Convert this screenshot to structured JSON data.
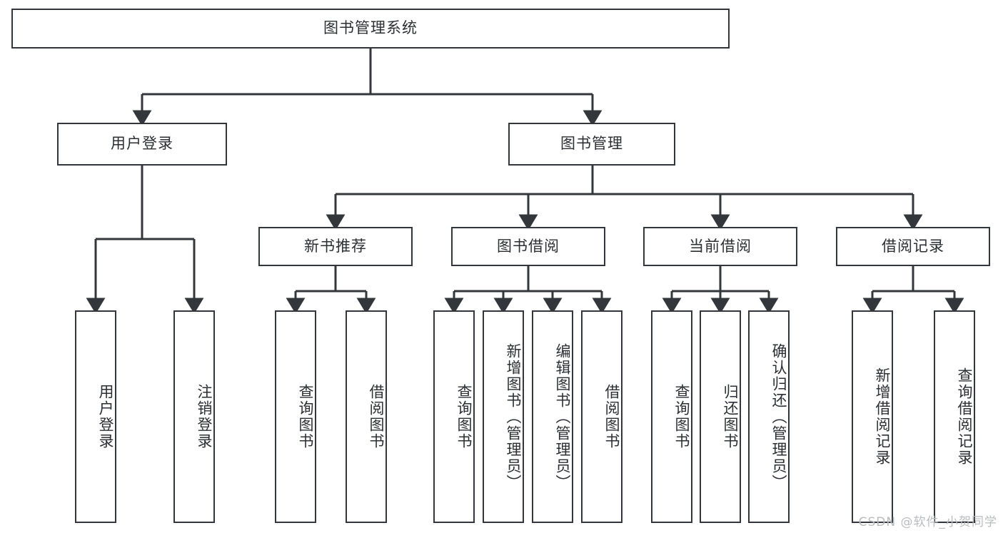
{
  "diagram": {
    "title": "图书管理系统",
    "type": "tree",
    "background_color": "#ffffff",
    "box_border_color": "#33373b",
    "text_color": "#2b2f33",
    "edge_color": "#33373b",
    "levels": 4
  },
  "root": {
    "label": "图书管理系统"
  },
  "level1": [
    {
      "label": "用户登录"
    },
    {
      "label": "图书管理"
    }
  ],
  "level2": [
    {
      "label": "新书推荐"
    },
    {
      "label": "图书借阅"
    },
    {
      "label": "当前借阅"
    },
    {
      "label": "借阅记录"
    }
  ],
  "leaves": {
    "user_login": [
      {
        "label": "用户登录"
      },
      {
        "label": "注销登录"
      }
    ],
    "new_book_recommend": [
      {
        "label": "查询图书"
      },
      {
        "label": "借阅图书"
      }
    ],
    "book_borrow": [
      {
        "label": "查询图书"
      },
      {
        "label": "新增图书（管理员）"
      },
      {
        "label": "编辑图书（管理员）"
      },
      {
        "label": "借阅图书"
      }
    ],
    "current_borrow": [
      {
        "label": "查询图书"
      },
      {
        "label": "归还图书"
      },
      {
        "label": "确认归还（管理员）"
      }
    ],
    "borrow_record": [
      {
        "label": "新增借阅记录"
      },
      {
        "label": "查询借阅记录"
      }
    ]
  },
  "watermark": {
    "text": "CSDN @软件_小贺同学"
  }
}
